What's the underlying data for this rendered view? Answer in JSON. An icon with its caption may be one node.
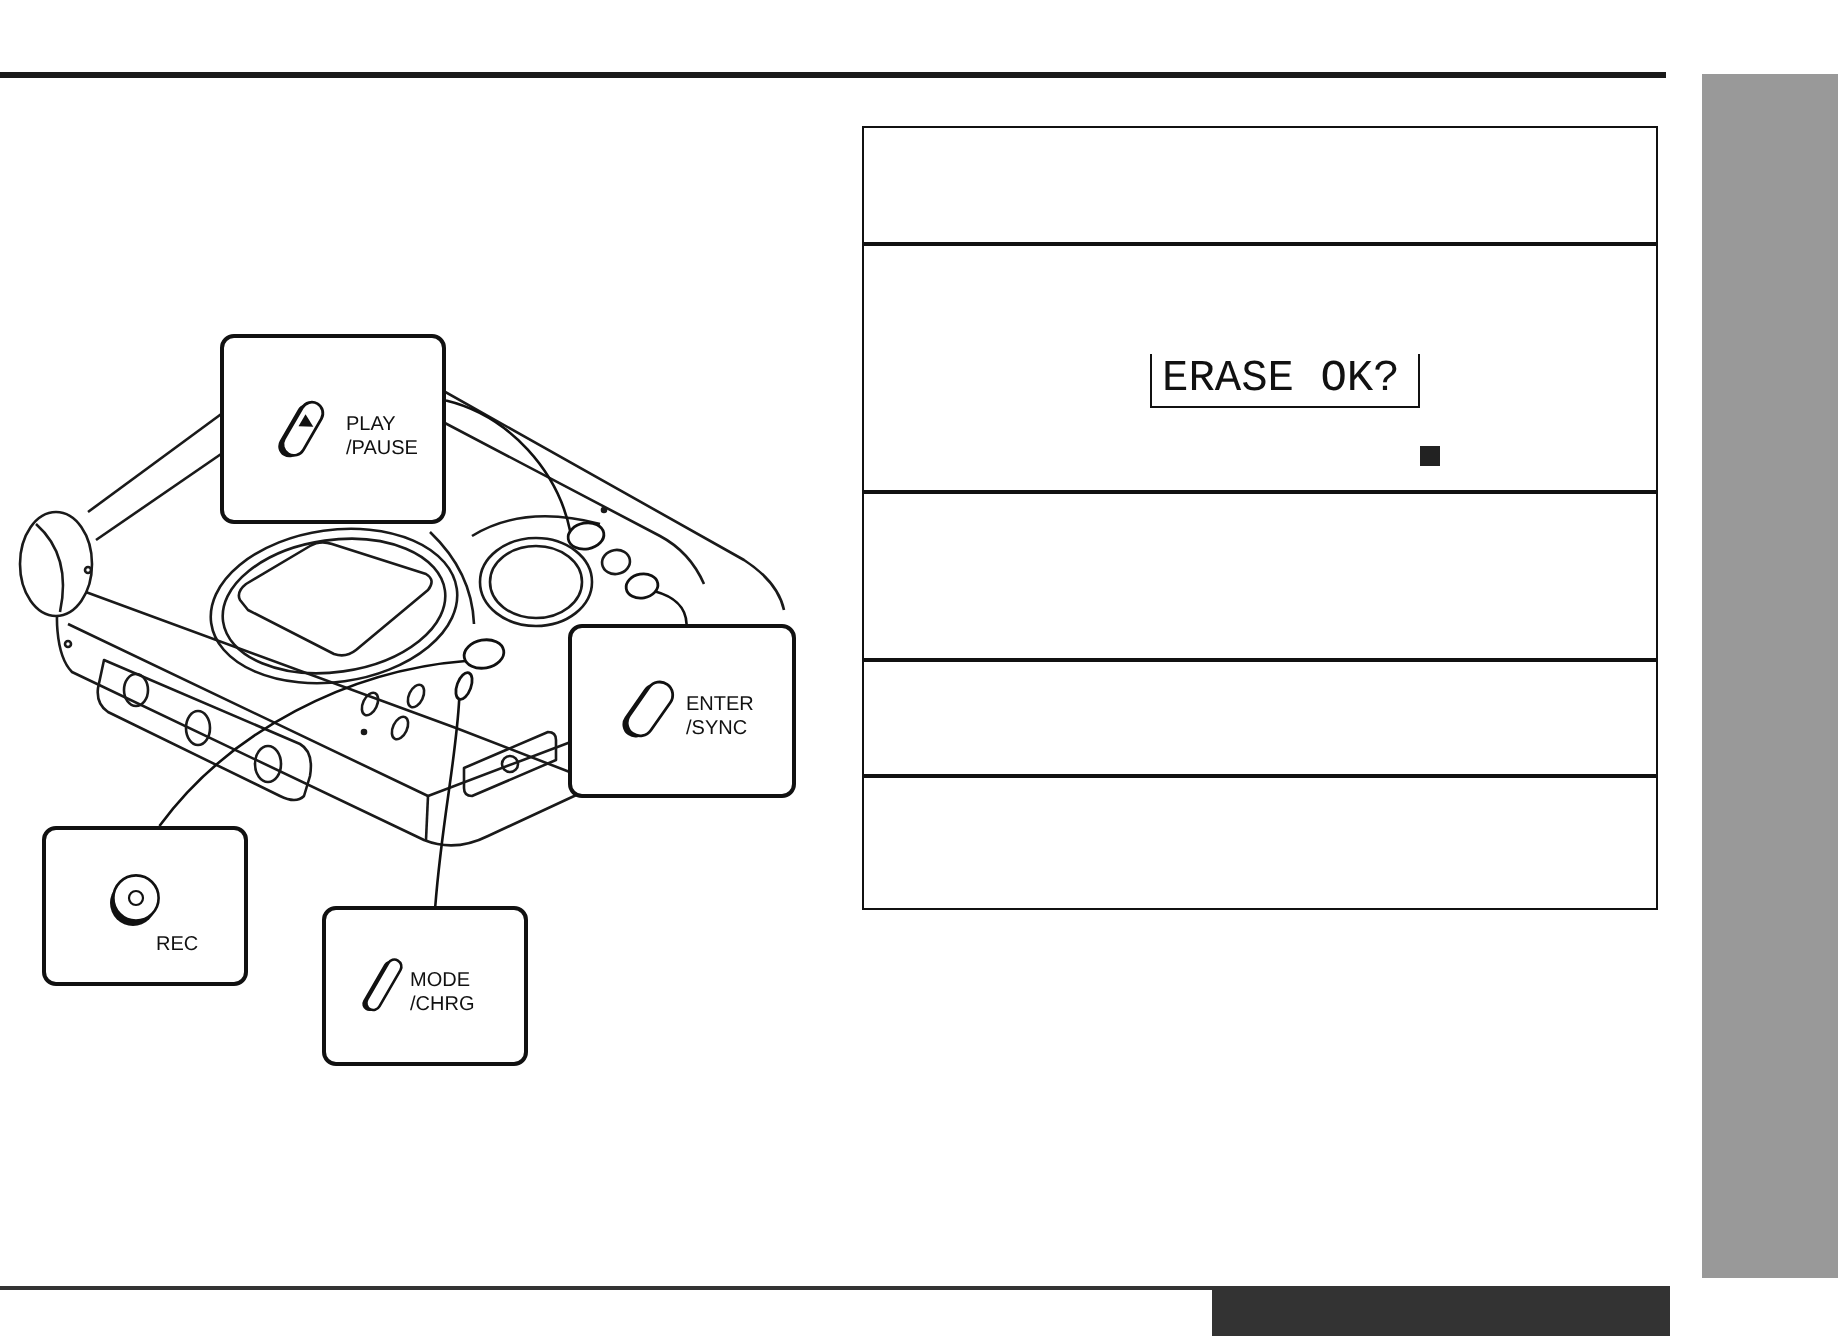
{
  "diagram": {
    "nodes": [
      {
        "text": [
          "PLAY /PAUSE"
        ]
      },
      {
        "text": [
          "ENTER /SYNC"
        ]
      },
      {
        "text": [
          "REC"
        ]
      },
      {
        "text": [
          "MODE /CHRG"
        ]
      },
      {
        "text": [],
        "shape": "circle"
      },
      {
        "text": [],
        "shape": "circle"
      },
      {
        "text": [],
        "shape": "circle"
      },
      {
        "text": [],
        "shape": "circle"
      },
      {
        "text": [
          "ERASE OK?"
        ]
      },
      {
        "text": [],
        "shape": "bar"
      }
    ],
    "edges": [
      {
        "from": 0,
        "to": 4,
        "arrow": "none"
      },
      {
        "from": 1,
        "to": 5,
        "arrow": "none"
      },
      {
        "from": 2,
        "to": 6,
        "arrow": "none"
      },
      {
        "from": 3,
        "to": 7,
        "arrow": "none"
      }
    ]
  }
}
